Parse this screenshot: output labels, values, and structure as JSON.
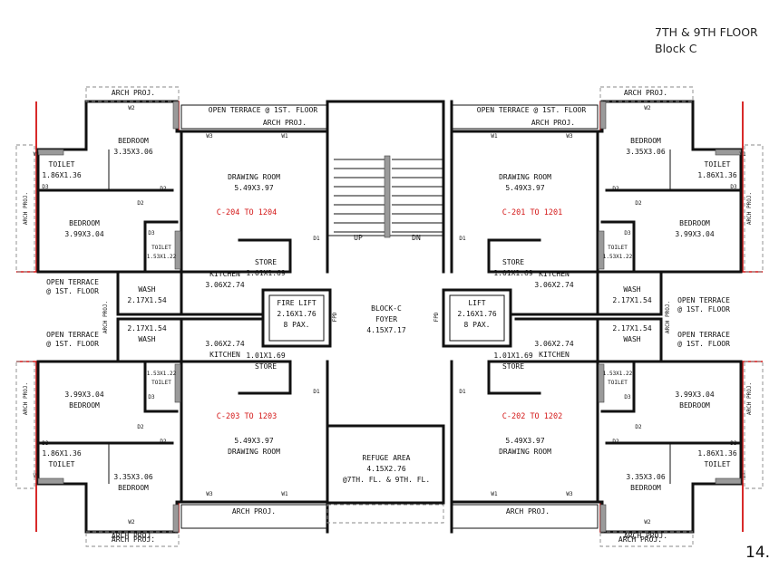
{
  "header": {
    "floor": "7TH & 9TH FLOOR",
    "block": "Block C"
  },
  "page_number": "14.",
  "colors": {
    "wall": "#111111",
    "outline": "#d41818",
    "unit_label": "#d41818",
    "column": "#9a9a9a"
  },
  "labels": {
    "arch_proj": "ARCH PROJ.",
    "open_terrace_1": "OPEN TERRACE",
    "open_terrace_2": "@ 1ST. FLOOR",
    "open_terrace_inline": "OPEN TERRACE @ 1ST. FLOOR",
    "bedroom": "BEDROOM",
    "bedroom_a": "3.35X3.06",
    "bedroom_b": "3.99X3.04",
    "toilet": "TOILET",
    "toilet_a": "1.86X1.36",
    "toilet_b": "TOILET",
    "toilet_b_size": "1.53X1.22",
    "drawing": "DRAWING ROOM",
    "drawing_size": "5.49X3.97",
    "kitchen": "KITCHEN",
    "kitchen_size": "3.06X2.74",
    "store": "STORE",
    "store_size": "1.01X1.69",
    "wash": "WASH",
    "wash_size": "2.17X1.54",
    "fire_lift_1": "FIRE LIFT",
    "lift_1": "LIFT",
    "lift_size_1": "2.16X1.76",
    "lift_size_2": "8 PAX.",
    "foyer_1": "BLOCK-C",
    "foyer_2": "FOYER",
    "foyer_3": "4.15X7.17",
    "refuge_1": "REFUGE AREA",
    "refuge_2": "4.15X2.76",
    "refuge_3": "@7TH. FL. & 9TH. FL.",
    "up": "UP",
    "dn": "DN",
    "fpd": "FPD",
    "d1": "D1",
    "d2": "D2",
    "d3": "D3",
    "v1": "V1",
    "w2": "W2",
    "w3": "W3",
    "w1": "W1"
  },
  "units": {
    "tl": "C-204 TO 1204",
    "tr": "C-201 TO 1201",
    "bl": "C-203 TO 1203",
    "br": "C-202 TO 1202"
  }
}
